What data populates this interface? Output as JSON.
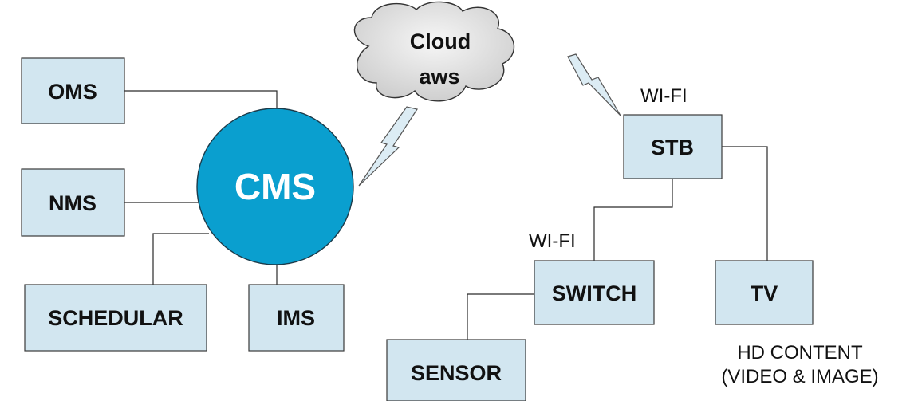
{
  "nodes": {
    "oms": "OMS",
    "nms": "NMS",
    "schedular": "SCHEDULAR",
    "ims": "IMS",
    "cms": "CMS",
    "cloud_line1": "Cloud",
    "cloud_line2": "aws",
    "stb": "STB",
    "switch": "SWITCH",
    "tv": "TV",
    "sensor": "SENSOR"
  },
  "labels": {
    "wifi_top": "WI-FI",
    "wifi_mid": "WI-FI",
    "hd_line1": "HD CONTENT",
    "hd_line2": "(VIDEO & IMAGE)"
  },
  "colors": {
    "box_fill": "#d2e6f0",
    "cms_fill": "#0a9fcf",
    "cloud_fill": "#e4e4e4"
  }
}
